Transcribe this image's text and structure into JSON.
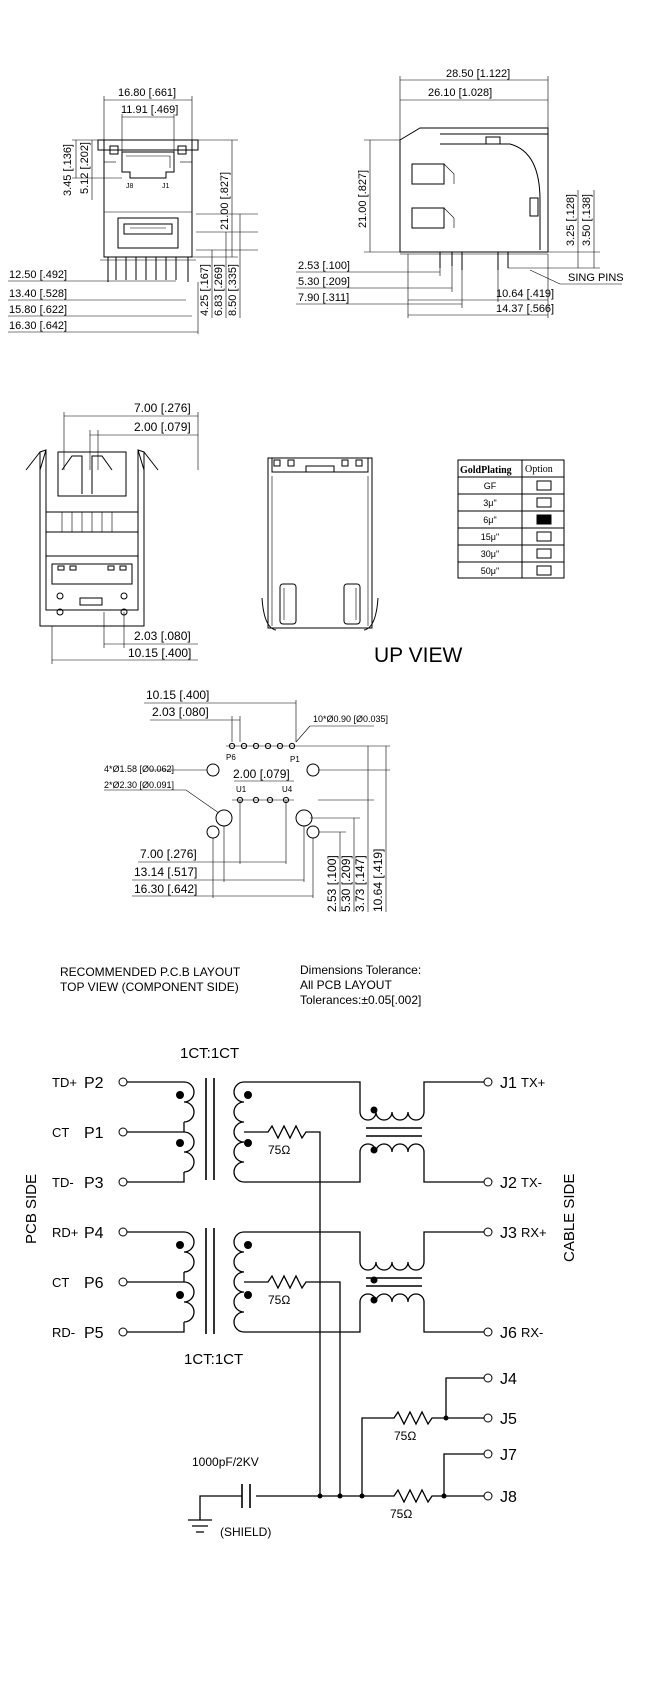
{
  "front_view": {
    "dims": [
      "16.80 [.661]",
      "11.91 [.469]",
      "3.45 [.136]",
      "5.12 [.202]",
      "21.00 [.827]",
      "4.25 [.167]",
      "6.83 [.269]",
      "8.50 [.335]",
      "12.50 [.492]",
      "13.40 [.528]",
      "15.80 [.622]",
      "16.30 [.642]"
    ],
    "jack_labels": [
      "J8",
      "J1"
    ]
  },
  "side_view": {
    "dims": [
      "28.50 [1.122]",
      "26.10 [1.028]",
      "21.00 [.827]",
      "3.25 [.128]",
      "3.50 [.138]",
      "2.53 [.100]",
      "5.30 [.209]",
      "7.90 [.311]",
      "10.64 [.419]",
      "14.37 [.566]"
    ],
    "sing_pins": "SING PINS"
  },
  "bottom_view": {
    "dims": [
      "7.00 [.276]",
      "2.00 [.079]",
      "2.03 [.080]",
      "10.15 [.400]"
    ]
  },
  "up_view": {
    "title": "UP VIEW"
  },
  "plating_table": {
    "header_plating": "GoldPlating",
    "header_option": "Option",
    "rows": [
      {
        "label": "GF",
        "selected": false
      },
      {
        "label": "3μ\"",
        "selected": false
      },
      {
        "label": "6μ\"",
        "selected": true
      },
      {
        "label": "15μ\"",
        "selected": false
      },
      {
        "label": "30μ\"",
        "selected": false
      },
      {
        "label": "50μ\"",
        "selected": false
      }
    ]
  },
  "pcb_layout": {
    "dims_top": [
      "10.15 [.400]",
      "2.03 [.080]"
    ],
    "hole_notes": [
      "10*Ø0.90 [Ø0.035]",
      "4*Ø1.58 [Ø0.062]",
      "2*Ø2.30 [Ø0.091]"
    ],
    "mid_dim": "2.00 [.079]",
    "pin_labels": [
      "P6",
      "P1",
      "U1",
      "U4"
    ],
    "dims_bottom": [
      "7.00 [.276]",
      "13.14 [.517]",
      "16.30 [.642]"
    ],
    "dims_right": [
      "2.53 [.100]",
      "5.30 [.209]",
      "3.73 [.147]",
      "10.64 [.419]"
    ]
  },
  "notes": {
    "layout_line1": "RECOMMENDED P.C.B LAYOUT",
    "layout_line2": "TOP VIEW (COMPONENT SIDE)",
    "tol_line1": "Dimensions Tolerance:",
    "tol_line2": "All PCB LAYOUT",
    "tol_line3": "Tolerances:±0.05[.002]"
  },
  "schematic": {
    "ratio_top": "1CT:1CT",
    "ratio_bottom": "1CT:1CT",
    "pcb_side": "PCB SIDE",
    "cable_side": "CABLE SIDE",
    "left_pins": [
      {
        "signal": "TD+",
        "pin": "P2"
      },
      {
        "signal": "CT",
        "pin": "P1"
      },
      {
        "signal": "TD-",
        "pin": "P3"
      },
      {
        "signal": "RD+",
        "pin": "P4"
      },
      {
        "signal": "CT",
        "pin": "P6"
      },
      {
        "signal": "RD-",
        "pin": "P5"
      }
    ],
    "right_pins": [
      {
        "pin": "J1",
        "signal": "TX+"
      },
      {
        "pin": "J2",
        "signal": "TX-"
      },
      {
        "pin": "J3",
        "signal": "RX+"
      },
      {
        "pin": "J6",
        "signal": "RX-"
      },
      {
        "pin": "J4",
        "signal": ""
      },
      {
        "pin": "J5",
        "signal": ""
      },
      {
        "pin": "J7",
        "signal": ""
      },
      {
        "pin": "J8",
        "signal": ""
      }
    ],
    "resistor": "75Ω",
    "capacitor": "1000pF/2KV",
    "shield": "(SHIELD)"
  }
}
